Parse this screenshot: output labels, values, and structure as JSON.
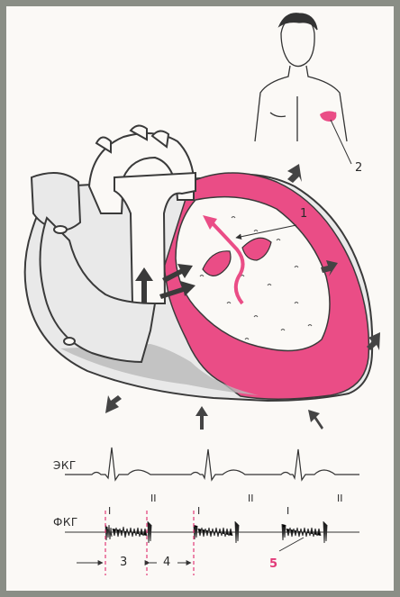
{
  "labels": {
    "callout_1": "1",
    "callout_2": "2",
    "callout_3": "3",
    "callout_4": "4",
    "callout_5": "5",
    "ecg": "ЭКГ",
    "pcg": "ФКГ",
    "tone_I": "I",
    "tone_II": "II"
  },
  "colors": {
    "myocardium": "#ea4d86",
    "septum_shade": "#b9b9b9",
    "outline": "#3a3a3a",
    "highlight": "#e23a78",
    "frame": "#8a8e86",
    "paper": "#fbf9f6"
  },
  "icons": {
    "flow_arrow": "up-arrow",
    "pressure_arrow": "inward-arrow"
  }
}
